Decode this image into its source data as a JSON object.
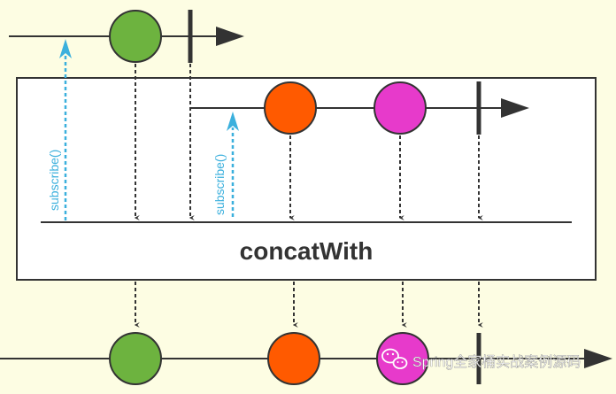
{
  "operator": {
    "label": "concatWith"
  },
  "subscribe_labels": [
    "subscribe()",
    "subscribe()"
  ],
  "colors": {
    "background": "#fdfde3",
    "box_fill": "#ffffff",
    "line": "#333333",
    "subscribe": "#3bb0dd",
    "green": "#6db33f",
    "orange": "#ff5a00",
    "magenta": "#e73acb"
  },
  "sources": {
    "first": {
      "marbles": [
        "green"
      ],
      "completes": true
    },
    "second": {
      "marbles": [
        "orange",
        "magenta"
      ],
      "completes": true
    }
  },
  "result": {
    "marbles": [
      "green",
      "orange",
      "magenta"
    ],
    "completes": true
  },
  "watermark": {
    "icon": "wechat-icon",
    "text": "Spring全家桶实战案例源码"
  }
}
